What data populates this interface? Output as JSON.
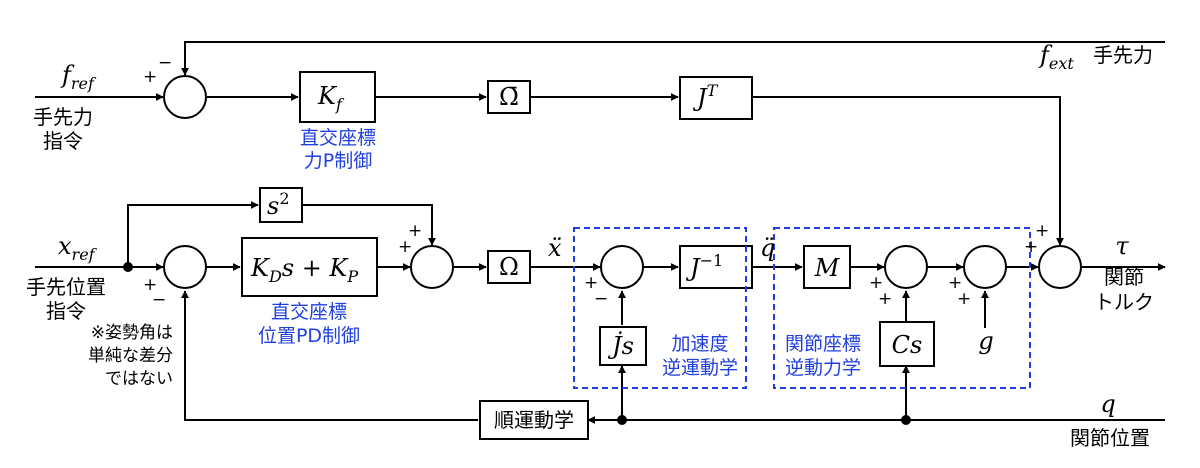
{
  "signals": {
    "f_ref": "f",
    "f_ref_sub": "ref",
    "f_ext": "f",
    "f_ext_sub": "ext",
    "f_ext_label": "手先力",
    "x_ref": "x",
    "x_ref_sub": "ref",
    "force_cmd_1": "手先力",
    "force_cmd_2": "指令",
    "pos_cmd_1": "手先位置",
    "pos_cmd_2": "指令",
    "note_1": "※姿勢角は",
    "note_2": "単純な差分",
    "note_3": "ではない",
    "xddot": "ẍ",
    "qddot": "q̈",
    "tau": "τ",
    "tau_1": "関節",
    "tau_2": "トルク",
    "q": "q",
    "q_label": "関節位置",
    "g": "g"
  },
  "blocks": {
    "kf": "K",
    "kf_sub": "f",
    "omega_bar": "Ω̄",
    "jt": "J",
    "jt_sup": "T",
    "s2": "s",
    "s2_sup": "2",
    "pd_a": "K",
    "pd_a_sub": "D",
    "pd_b": "s + K",
    "pd_b_sub": "P",
    "omega": "Ω",
    "jinv": "J",
    "jinv_sup": "−1",
    "jdot": "J̇s",
    "m": "M",
    "cs": "Cs",
    "fk": "順運動学"
  },
  "labels": {
    "force_ctrl_1": "直交座標",
    "force_ctrl_2": "力P制御",
    "pos_ctrl_1": "直交座標",
    "pos_ctrl_2": "位置PD制御",
    "accel_1": "加速度",
    "accel_2": "逆運動学",
    "joint_1": "関節座標",
    "joint_2": "逆動力学"
  },
  "signs": {
    "plus": "+",
    "minus": "−"
  },
  "colors": {
    "line": "#000000",
    "label_blue": "#1f3fe0"
  }
}
